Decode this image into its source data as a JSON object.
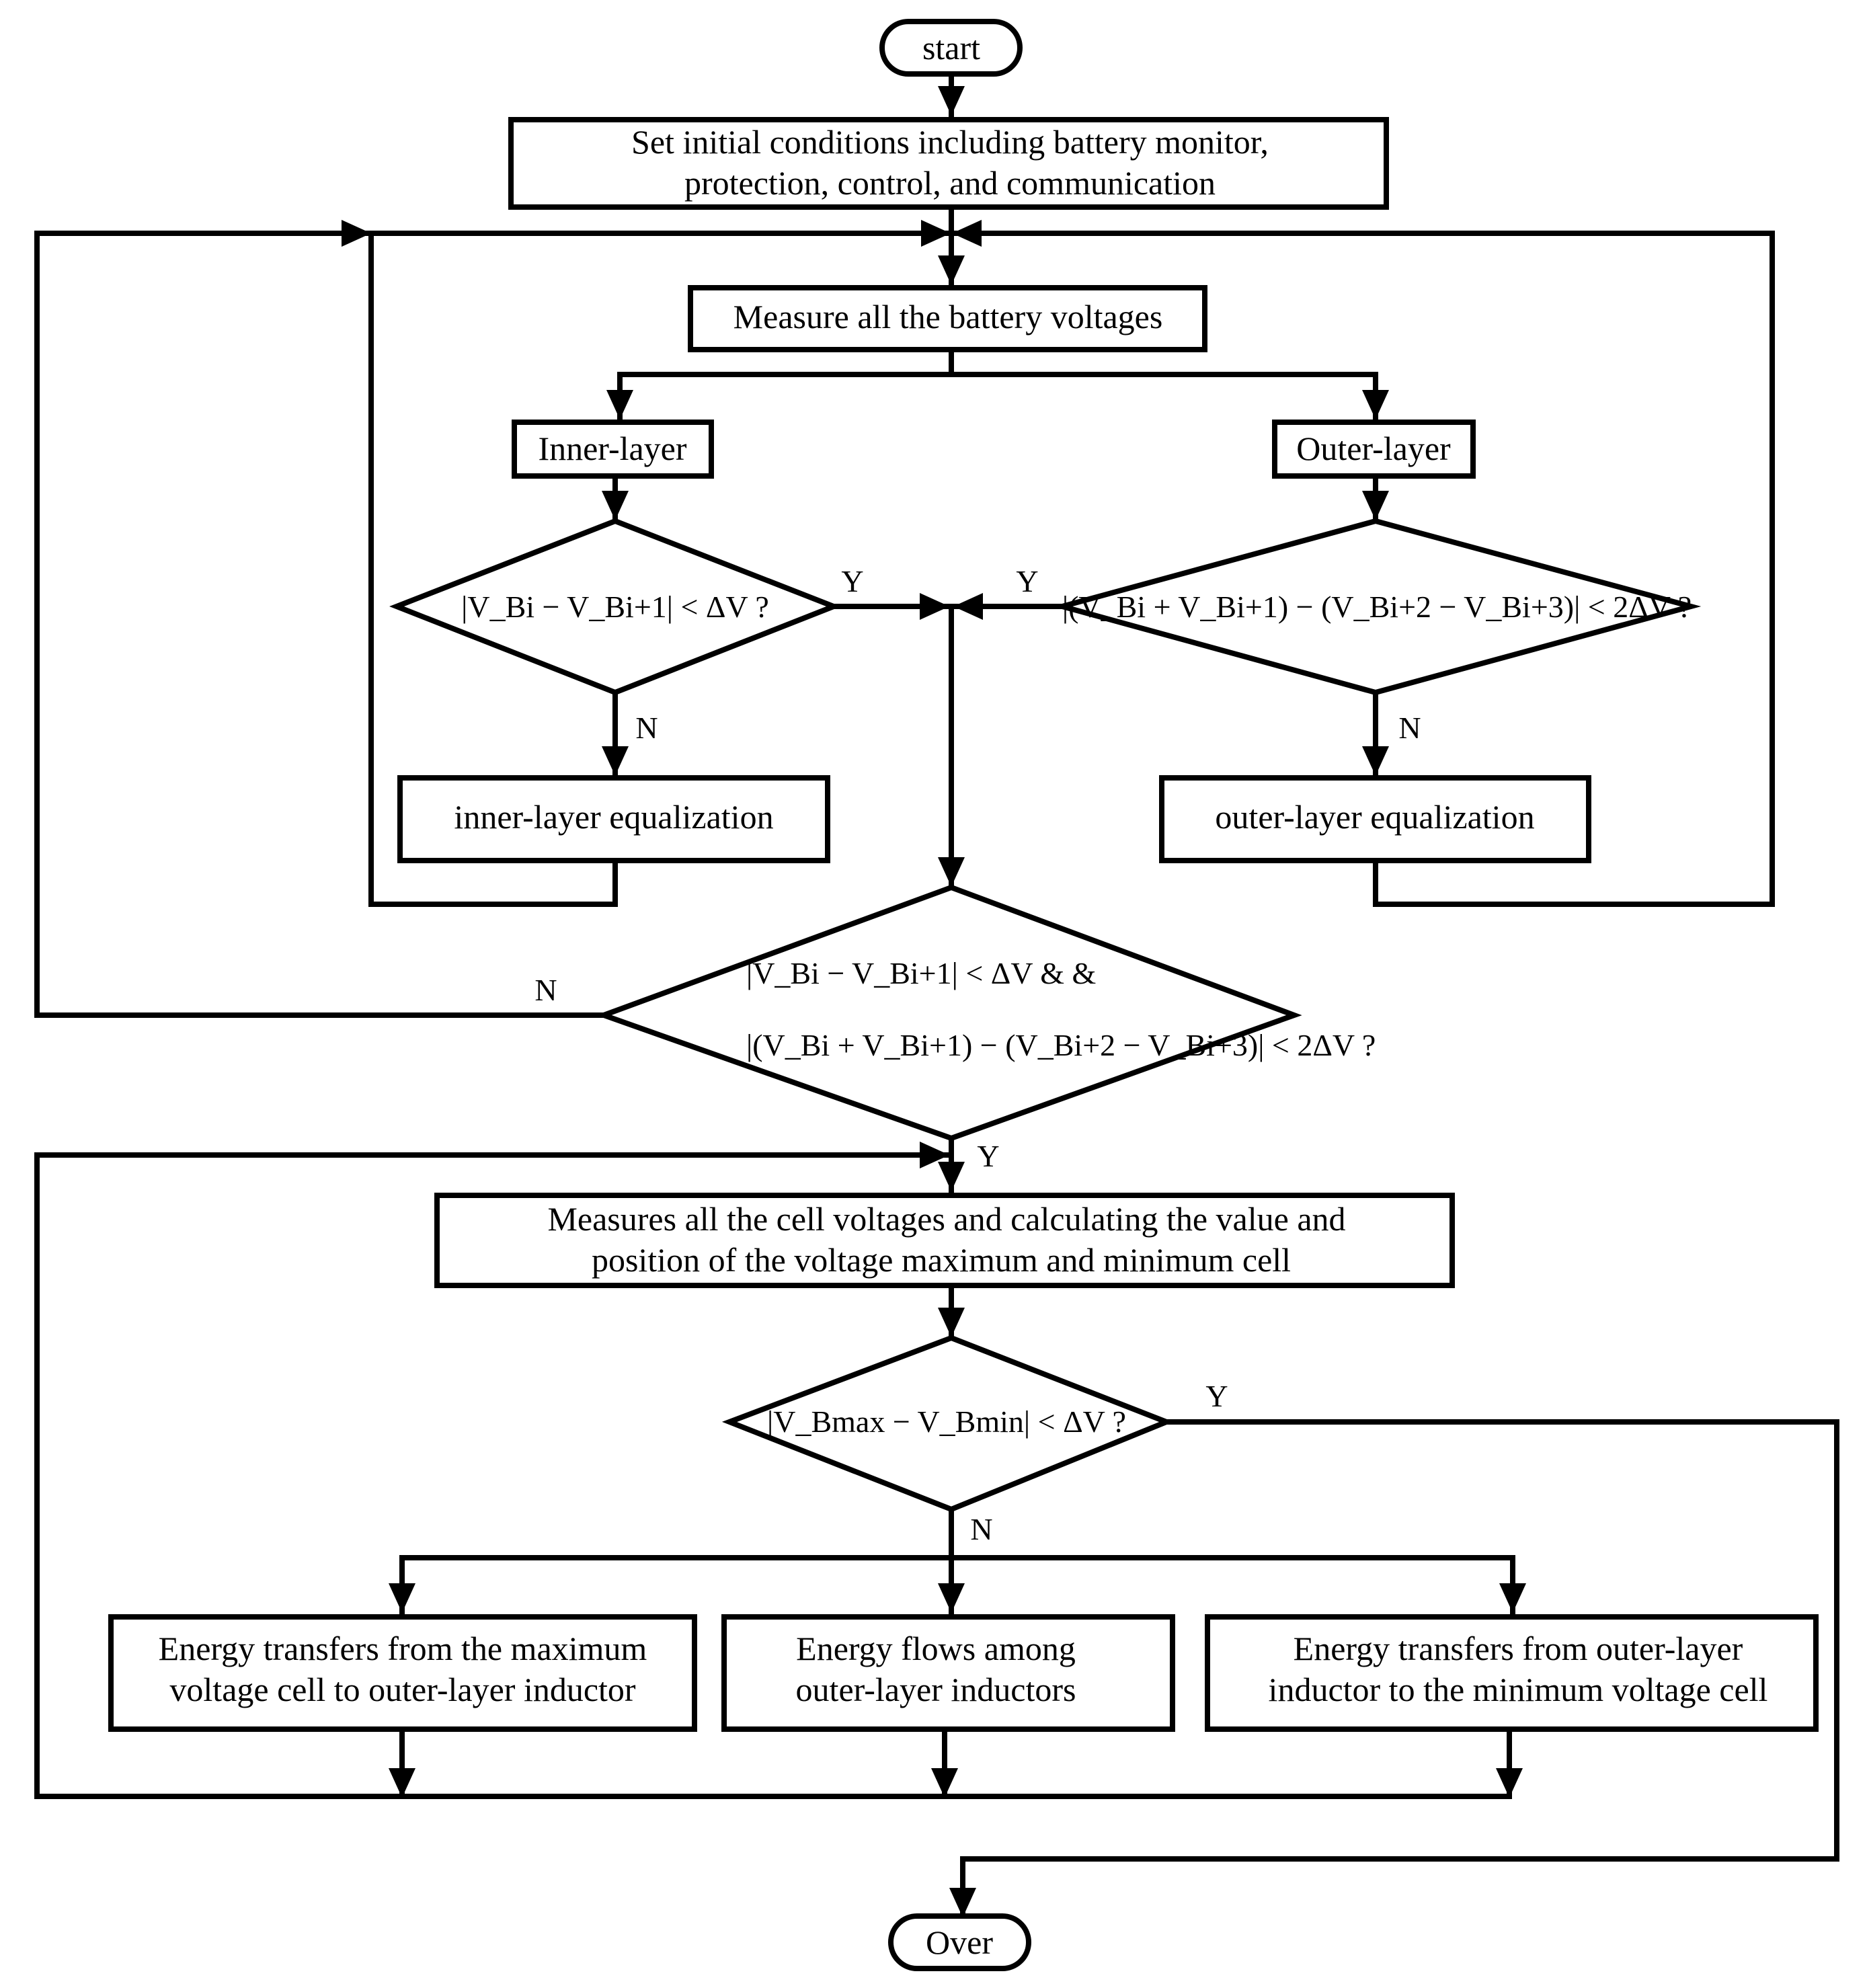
{
  "terminals": {
    "start": "start",
    "over": "Over"
  },
  "steps": {
    "init_line1": "Set initial conditions including battery monitor,",
    "init_line2": "protection, control, and communication",
    "measure_battery": "Measure all the battery voltages",
    "inner_layer": "Inner-layer",
    "outer_layer": "Outer-layer",
    "inner_eq": "inner-layer equalization",
    "outer_eq": "outer-layer equalization",
    "measure_cells_line1": "Measures all the cell voltages and calculating the value and",
    "measure_cells_line2": "position of the voltage maximum and minimum cell",
    "transfer_max_line1": "Energy transfers from the maximum",
    "transfer_max_line2": "voltage cell to outer-layer inductor",
    "flows_line1": "Energy flows among",
    "flows_line2": "outer-layer inductors",
    "transfer_min_line1": "Energy transfers from outer-layer",
    "transfer_min_line2": "inductor to the minimum voltage cell"
  },
  "conditions": {
    "inner": "|V_Bi − V_Bi+1| < ΔV ?",
    "outer": "|(V_Bi + V_Bi+1) − (V_Bi+2 − V_Bi+3)| < 2ΔV ?",
    "combined_line1": "|V_Bi − V_Bi+1| < ΔV & &",
    "combined_line2": "|(V_Bi + V_Bi+1) − (V_Bi+2 − V_Bi+3)| < 2ΔV ?",
    "maxmin": "|V_Bmax − V_Bmin| < ΔV ?"
  },
  "labels": {
    "yes": "Y",
    "no": "N"
  }
}
